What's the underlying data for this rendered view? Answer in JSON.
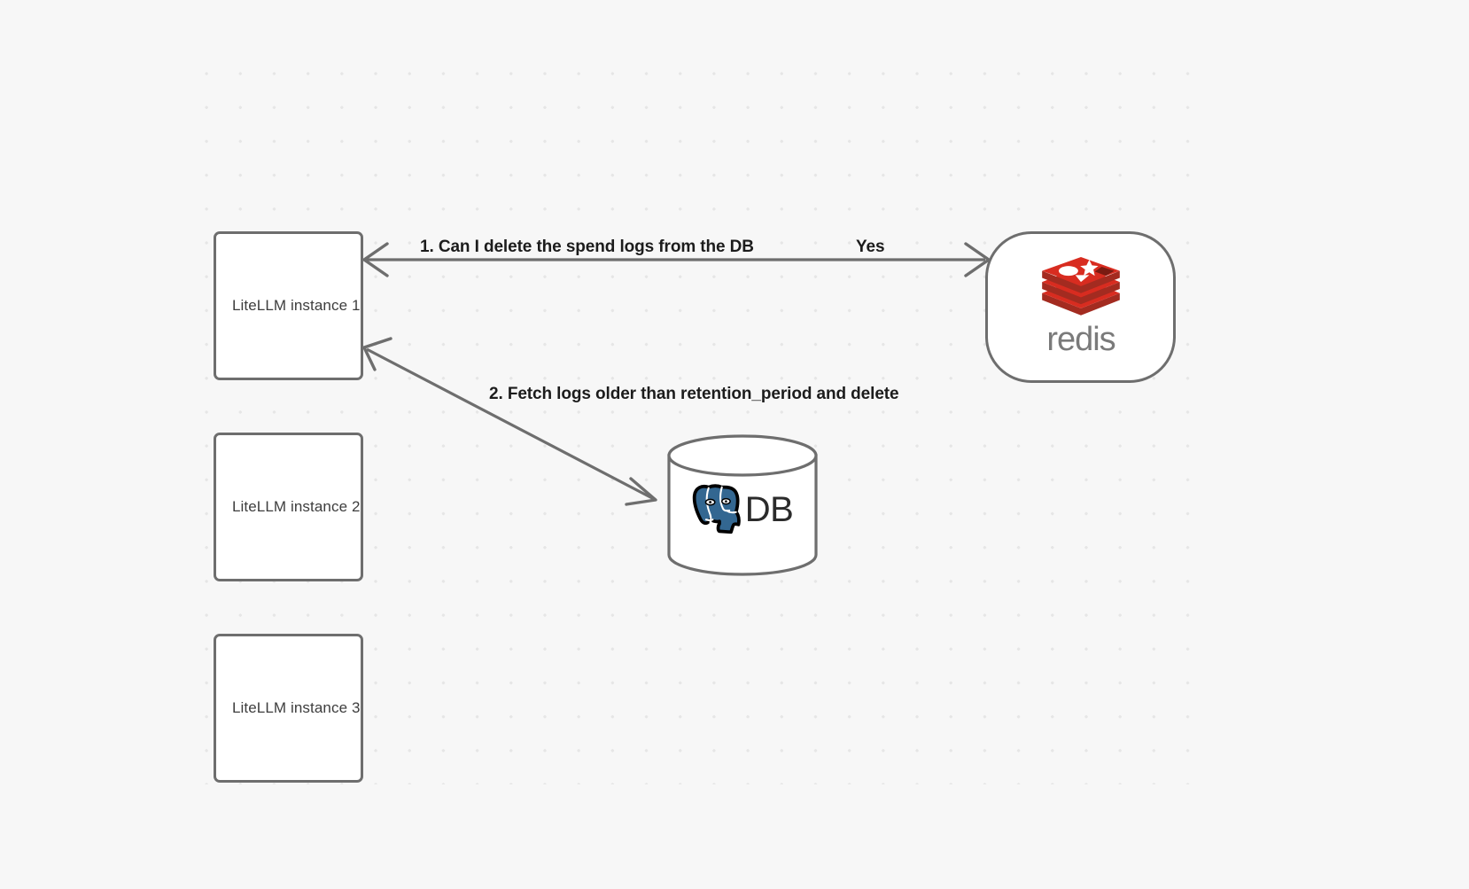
{
  "canvas": {
    "background_color": "#f7f7f7",
    "dot_grid_color": "#e6e6e6"
  },
  "nodes": [
    {
      "id": "instance-1",
      "label": "LiteLLM instance 1",
      "shape": "rounded-rect"
    },
    {
      "id": "instance-2",
      "label": "LiteLLM instance 2",
      "shape": "rounded-rect"
    },
    {
      "id": "instance-3",
      "label": "LiteLLM instance 3",
      "shape": "rounded-rect"
    },
    {
      "id": "redis",
      "label": "redis",
      "shape": "stadium",
      "logo": "redis-logo-icon",
      "brand_color": "#d82c20",
      "wordmark_color": "#7a7a7a"
    },
    {
      "id": "database",
      "label": "DB",
      "shape": "cylinder",
      "logo": "postgresql-elephant-icon",
      "brand_color": "#336791"
    }
  ],
  "edges": [
    {
      "id": "edge-1",
      "from": "instance-1",
      "to": "redis",
      "label": "1.  Can I delete the spend logs from the DB",
      "return_label": "Yes",
      "stroke_color": "#6e6e6e"
    },
    {
      "id": "edge-2",
      "from": "database",
      "to": "instance-1",
      "label": "2.  Fetch logs older than retention_period and delete",
      "stroke_color": "#6e6e6e"
    }
  ],
  "labels": {
    "step1": "1.  Can I delete the spend logs from the DB",
    "yes": "Yes",
    "step2": "2.  Fetch logs older than retention_period and delete",
    "db_text": "DB",
    "redis_text": "redis"
  }
}
